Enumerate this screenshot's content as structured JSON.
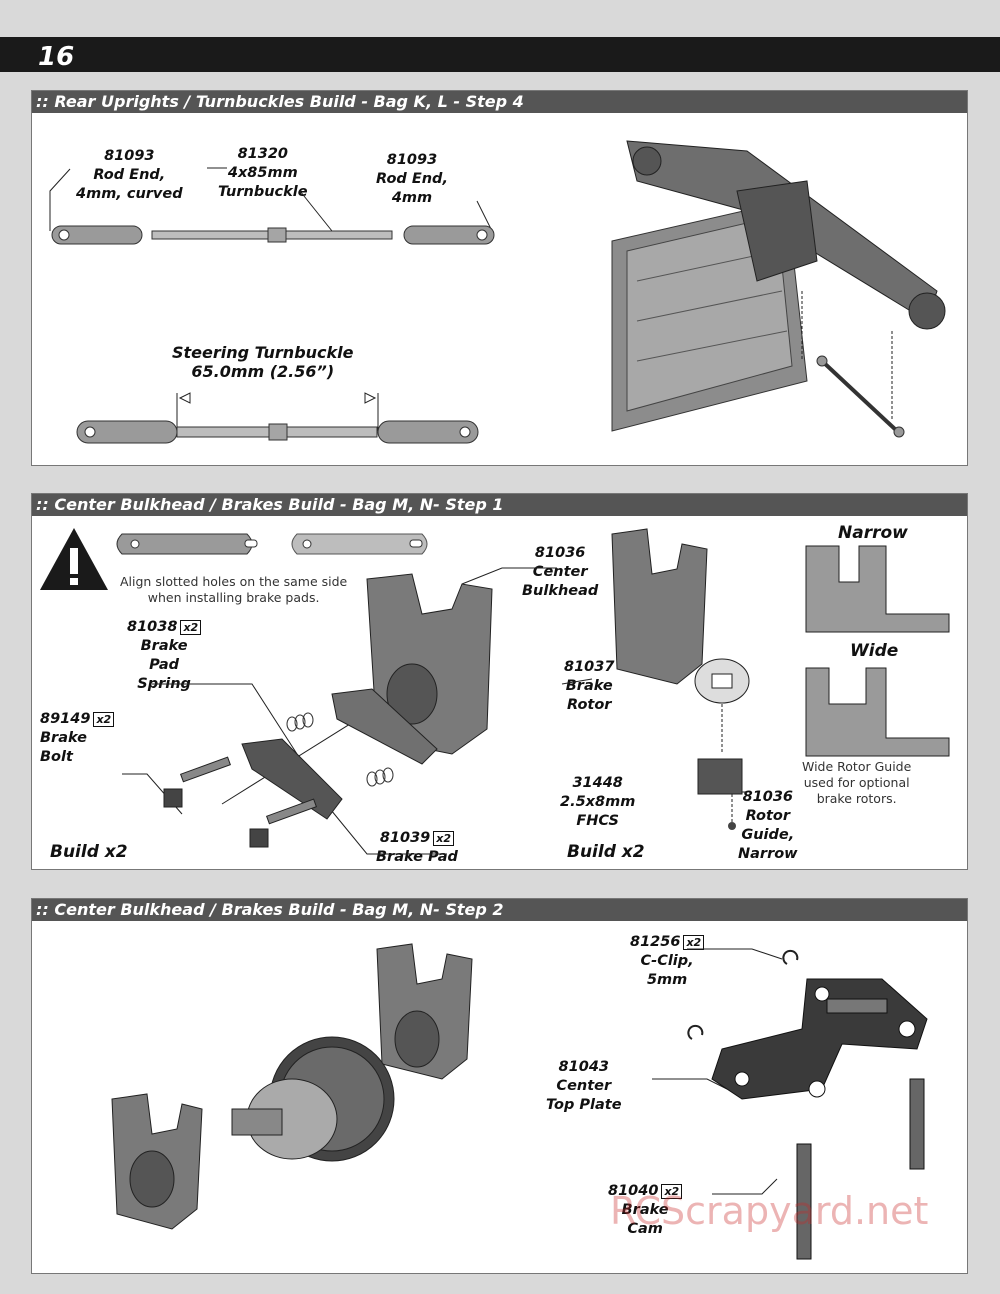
{
  "page_number": "16",
  "step4": {
    "title": ":: Rear Uprights / Turnbuckles Build - Bag K, L - Step 4",
    "parts": [
      {
        "num": "81093",
        "desc1": "Rod End,",
        "desc2": "4mm, curved"
      },
      {
        "num": "81320",
        "desc1": "4x85mm",
        "desc2": "Turnbuckle"
      },
      {
        "num": "81093",
        "desc1": "Rod End,",
        "desc2": "4mm"
      }
    ],
    "steering_label1": "Steering Turnbuckle",
    "steering_label2": "65.0mm (2.56”)"
  },
  "step1": {
    "title": ":: Center Bulkhead / Brakes Build - Bag M, N- Step 1",
    "warning_note1": "Align slotted holes on the same side",
    "warning_note2": "when installing brake pads.",
    "parts": {
      "bulkhead": {
        "num": "81036",
        "desc1": "Center",
        "desc2": "Bulkhead"
      },
      "spring": {
        "num": "81038",
        "qty": "x2",
        "desc1": "Brake",
        "desc2": "Pad",
        "desc3": "Spring"
      },
      "bolt": {
        "num": "89149",
        "qty": "x2",
        "desc1": "Brake",
        "desc2": "Bolt"
      },
      "pad": {
        "num": "81039",
        "qty": "x2",
        "desc1": "Brake Pad"
      },
      "rotor": {
        "num": "81037",
        "desc1": "Brake",
        "desc2": "Rotor"
      },
      "fhcs": {
        "num": "31448",
        "desc1": "2.5x8mm",
        "desc2": "FHCS"
      },
      "guide": {
        "num": "81036",
        "desc1": "Rotor",
        "desc2": "Guide,",
        "desc3": "Narrow"
      }
    },
    "build_left": "Build x2",
    "build_right": "Build x2",
    "narrow_label": "Narrow",
    "wide_label": "Wide",
    "wide_note1": "Wide Rotor Guide",
    "wide_note2": "used for optional",
    "wide_note3": "brake rotors."
  },
  "step2": {
    "title": ":: Center Bulkhead / Brakes Build - Bag M, N- Step 2",
    "parts": {
      "cclip": {
        "num": "81256",
        "qty": "x2",
        "desc1": "C-Clip,",
        "desc2": "5mm"
      },
      "topplate": {
        "num": "81043",
        "desc1": "Center",
        "desc2": "Top Plate"
      },
      "cam": {
        "num": "81040",
        "qty": "x2",
        "desc1": "Brake",
        "desc2": "Cam"
      }
    }
  },
  "watermark": "RCScrapyard.net"
}
